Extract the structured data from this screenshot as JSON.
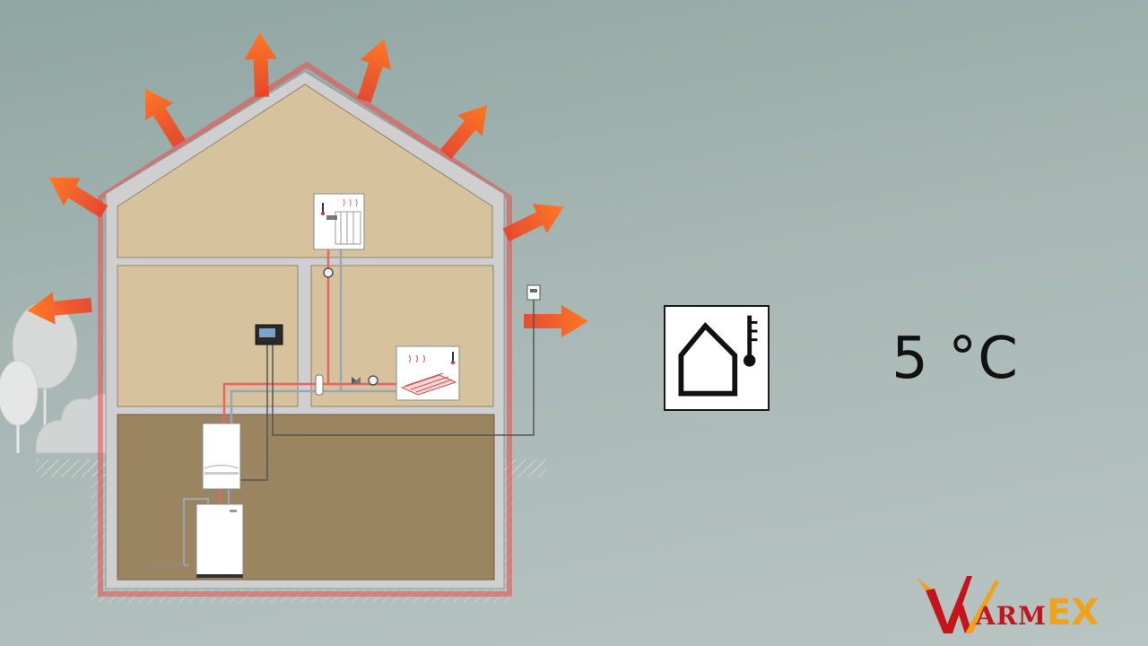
{
  "outdoor_temperature": "5 °C",
  "outdoor_sensor_icon": "house-thermometer-icon",
  "logo": {
    "text_part1": "ARM",
    "text_part2": "EX",
    "colors": {
      "red": "#c5151c",
      "orange": "#f0a21a"
    }
  },
  "colors": {
    "heat_arrow": "#f25a1e",
    "wall": "#cfcfcf",
    "room": "#d6c29c",
    "basement": "#9b8460",
    "flow_pipe": "#e8646a",
    "return_pipe": "#9aa7b2",
    "background": "#a7b7b4"
  },
  "icons": [
    "heat-loss-arrow",
    "radiator-icon",
    "floor-heating-icon",
    "room-controller-icon",
    "outdoor-sensor-icon",
    "boiler-icon",
    "hot-water-tank-icon",
    "pump-icon",
    "tree-icon",
    "bush-icon"
  ]
}
